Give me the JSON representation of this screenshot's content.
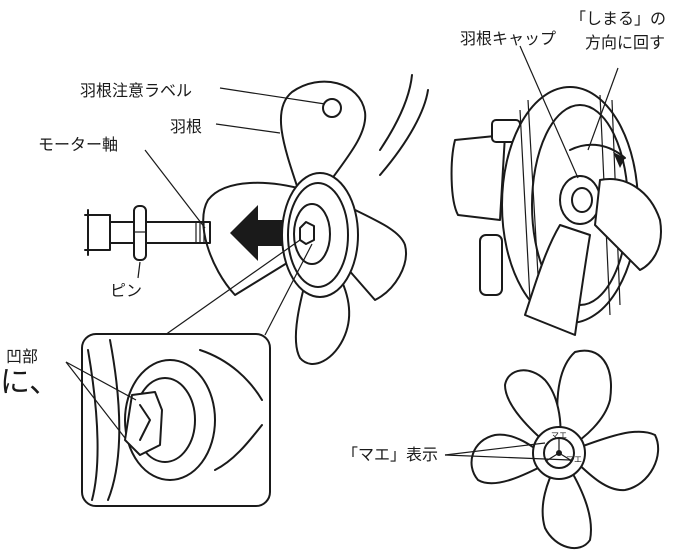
{
  "labels": {
    "blade_caution_label": "羽根注意ラベル",
    "blade": "羽根",
    "motor_shaft": "モーター軸",
    "pin": "ピン",
    "recess": "凹部",
    "blade_cap": "羽根キャップ",
    "tighten_line1": "「しまる」の",
    "tighten_line2": "方向に回す",
    "front_mark": "「マエ」表示",
    "cut_off_text": "に、"
  },
  "hub_marks": {
    "mark_top": "マエ",
    "mark_right": "マエ"
  }
}
